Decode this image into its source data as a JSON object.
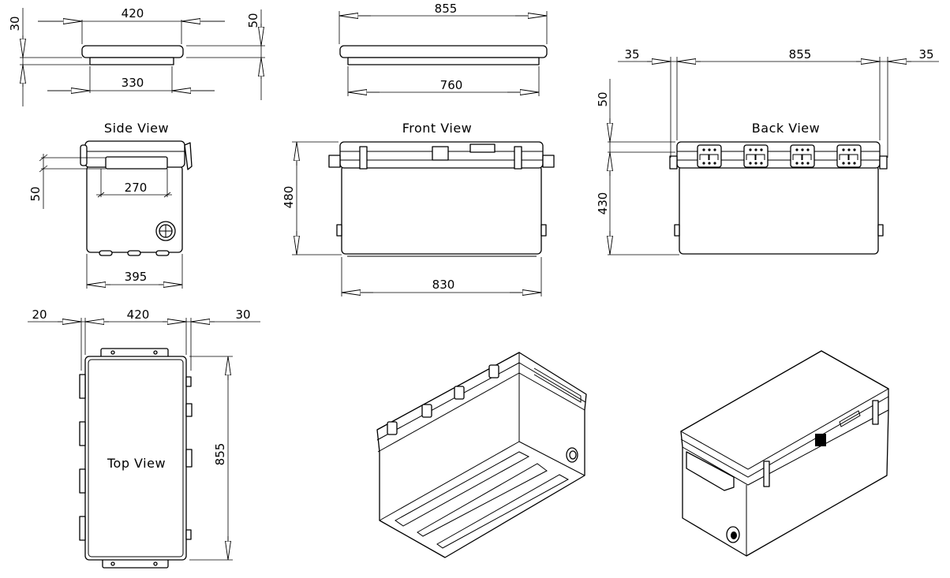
{
  "lid_side": {
    "width_top": "420",
    "height_rim": "30",
    "height_total": "50",
    "width_bottom": "330"
  },
  "lid_front": {
    "width_top": "855",
    "width_bottom": "760"
  },
  "side_view": {
    "label": "Side View",
    "handle_height": "50",
    "handle_width": "270",
    "width": "395"
  },
  "front_view": {
    "label": "Front View",
    "height": "480",
    "width": "830"
  },
  "back_view": {
    "label": "Back View",
    "overhang_left": "35",
    "width": "855",
    "overhang_right": "35",
    "lid_height": "50",
    "body_height": "430"
  },
  "top_view": {
    "label": "Top View",
    "overhang_left": "20",
    "width": "420",
    "overhang_right": "30",
    "length": "855"
  },
  "colors": {
    "line": "#000000",
    "background": "#ffffff"
  }
}
